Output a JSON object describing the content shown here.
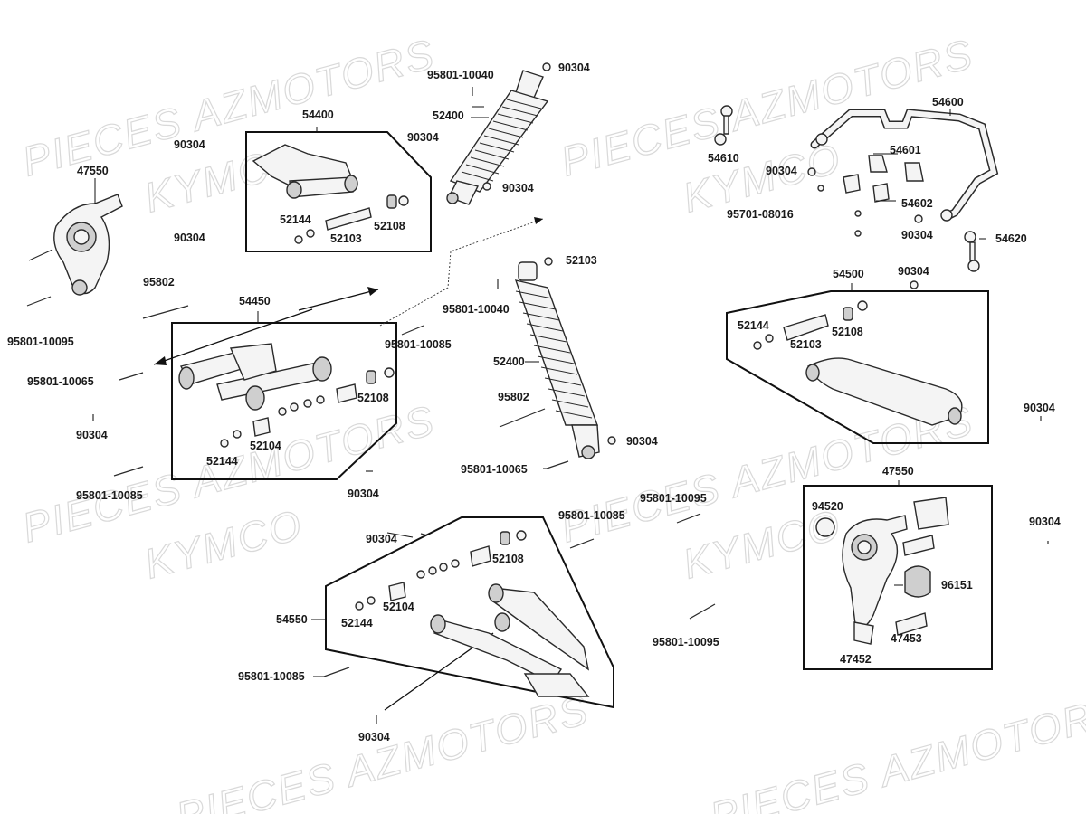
{
  "watermarks": {
    "pieces": "PIECES AZMOTORS",
    "kymco": "KYMCO"
  },
  "groups": {
    "g54400": "54400",
    "g54450": "54450",
    "g54500": "54500",
    "g54550": "54550",
    "g47550_right": "47550",
    "g54600": "54600"
  },
  "labels": {
    "p47550_left": "47550",
    "p90304_a": "90304",
    "p90304_b": "90304",
    "p95801_10095_a": "95801-10095",
    "p95802_a": "95802",
    "p95801_10065_a": "95801-10065",
    "p90304_c": "90304",
    "p95801_10085_a": "95801-10085",
    "p52144_a": "52144",
    "p52103_a": "52103",
    "p52108_a": "52108",
    "p90304_d": "90304",
    "p95801_10040_a": "95801-10040",
    "p90304_e": "90304",
    "p52400_a": "52400",
    "p90304_f": "90304",
    "p52108_b": "52108",
    "p52104_a": "52104",
    "p52144_b": "52144",
    "p95801_10085_b": "95801-10085",
    "p90304_g": "90304",
    "p52103_b": "52103",
    "p95801_10040_b": "95801-10040",
    "p52400_b": "52400",
    "p95802_b": "95802",
    "p90304_h": "90304",
    "p95801_10065_b": "95801-10065",
    "p54610": "54610",
    "p90304_i": "90304",
    "p54601": "54601",
    "p54602": "54602",
    "p95701_08016": "95701-08016",
    "p90304_j": "90304",
    "p54620": "54620",
    "p90304_k": "90304",
    "p52144_c": "52144",
    "p52103_c": "52103",
    "p52108_c": "52108",
    "p90304_l": "90304",
    "p94520": "94520",
    "p96151": "96151",
    "p47453": "47453",
    "p47452": "47452",
    "p90304_m": "90304",
    "p95801_10085_c": "95801-10085",
    "p95801_10095_b": "95801-10095",
    "p90304_n": "90304",
    "p52108_d": "52108",
    "p52104_b": "52104",
    "p52144_d": "52144",
    "p95801_10095_c": "95801-10095",
    "p95801_10085_d": "95801-10085",
    "p90304_o": "90304"
  }
}
